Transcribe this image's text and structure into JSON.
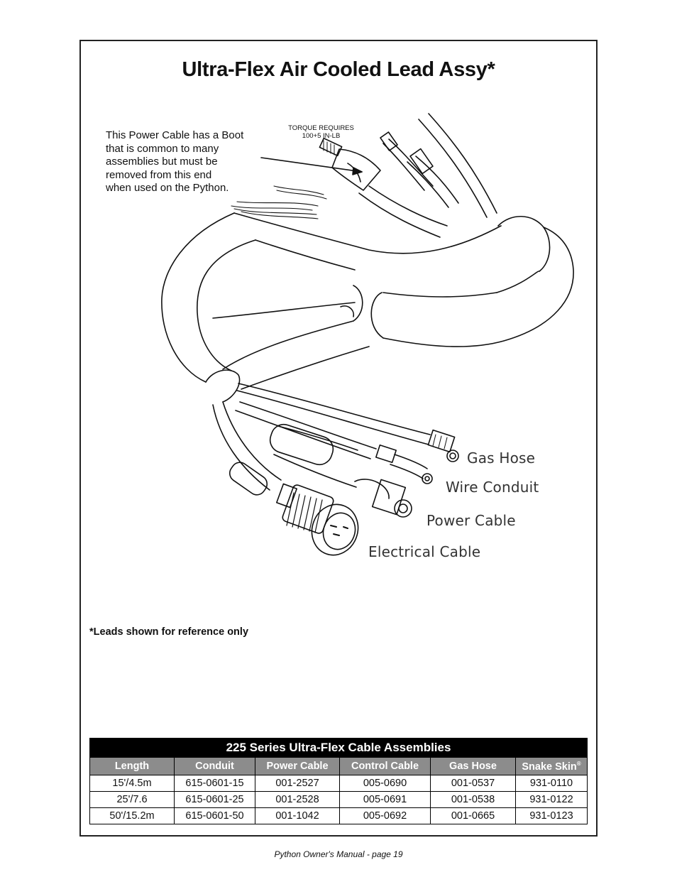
{
  "page": {
    "title": "Ultra-Flex Air Cooled Lead Assy*",
    "callout_text": "This Power Cable has a Boot\nthat is common to many\nassemblies but must be\nremoved from this end\nwhen used on the Python.",
    "torque_line1": "TORQUE REQUIRES",
    "torque_line2": "100+5 IN-LB",
    "labels": {
      "gas_hose": "Gas Hose",
      "wire_conduit": "Wire Conduit",
      "power_cable": "Power Cable",
      "electrical_cable": "Electrical Cable"
    },
    "note": "*Leads shown for reference only",
    "footer": "Python Owner's Manual - page 19"
  },
  "table": {
    "caption": "225 Series Ultra-Flex Cable Assemblies",
    "headers": [
      "Length",
      "Conduit",
      "Power Cable",
      "Control Cable",
      "Gas Hose",
      "Snake Skin"
    ],
    "snake_skin_mark": "®",
    "rows": [
      [
        "15'/4.5m",
        "615-0601-15",
        "001-2527",
        "005-0690",
        "001-0537",
        "931-0110"
      ],
      [
        "25'/7.6",
        "615-0601-25",
        "001-2528",
        "005-0691",
        "001-0538",
        "931-0122"
      ],
      [
        "50'/15.2m",
        "615-0601-50",
        "001-1042",
        "005-0692",
        "001-0665",
        "931-0123"
      ]
    ]
  }
}
